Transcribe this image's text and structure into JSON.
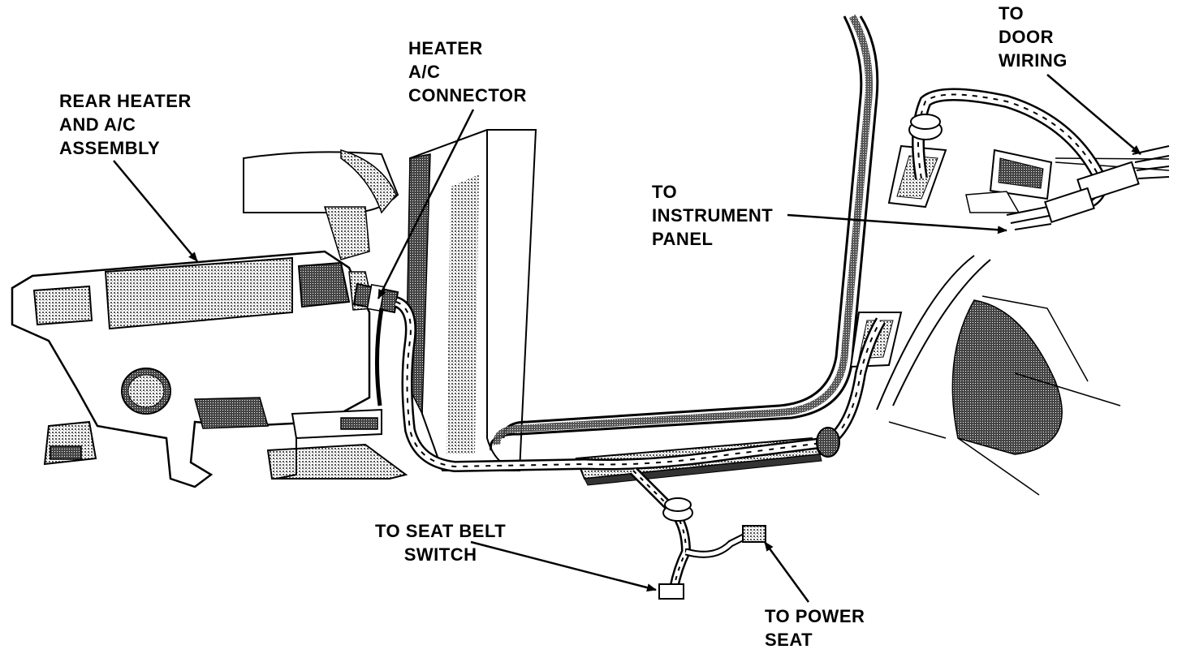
{
  "labels": {
    "rear_heater": [
      "REAR HEATER",
      "AND A/C",
      "ASSEMBLY"
    ],
    "heater_connector": [
      "HEATER",
      "A/C",
      "CONNECTOR"
    ],
    "door_wiring": [
      "TO",
      "DOOR",
      "WIRING"
    ],
    "instrument_panel": [
      "TO",
      "INSTRUMENT",
      "PANEL"
    ],
    "seat_belt": [
      "TO SEAT BELT",
      "SWITCH"
    ],
    "power_seat": [
      "TO POWER",
      "SEAT"
    ]
  },
  "colors": {
    "ink": "#000000",
    "paper": "#ffffff",
    "shade": "#9a9a9a"
  }
}
